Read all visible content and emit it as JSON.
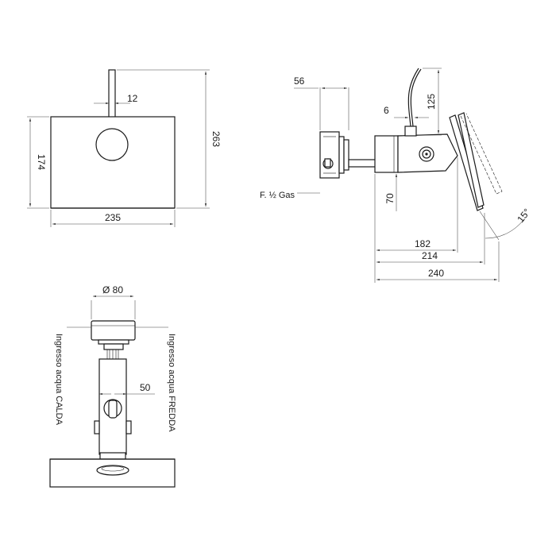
{
  "front_view": {
    "dim_width": "235",
    "dim_height_body": "174",
    "dim_height_total": "263",
    "dim_spout_width": "12"
  },
  "side_view": {
    "dim_flange_depth": "56",
    "dim_cable": "125",
    "dim_small": "6",
    "dim_height_70": "70",
    "dim_182": "182",
    "dim_214": "214",
    "dim_240": "240",
    "angle": "15°",
    "connection_label": "F. ½ Gas"
  },
  "top_view": {
    "dim_diameter": "Ø 80",
    "dim_50": "50",
    "hot_water_label": "Ingresso acqua CALDA",
    "cold_water_label": "Ingresso acqua FREDDA"
  }
}
